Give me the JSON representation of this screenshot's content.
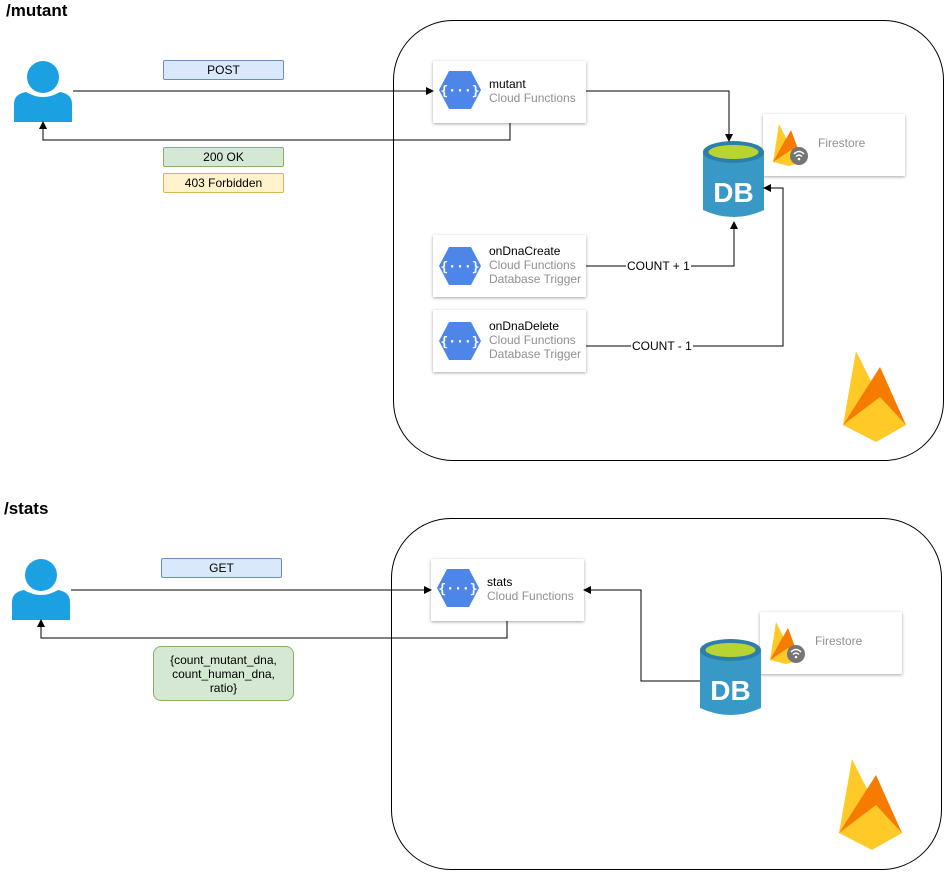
{
  "sections": {
    "mutant": {
      "title": "/mutant"
    },
    "stats": {
      "title": "/stats"
    }
  },
  "mutant": {
    "request": "POST",
    "responses": [
      "200 OK",
      "403 Forbidden"
    ],
    "function": {
      "title": "mutant",
      "subtitle": "Cloud Functions"
    },
    "triggers": [
      {
        "title": "onDnaCreate",
        "subtitle": "Cloud Functions",
        "subtitle2": "Database Trigger",
        "edge_label": "COUNT + 1"
      },
      {
        "title": "onDnaDelete",
        "subtitle": "Cloud Functions",
        "subtitle2": "Database Trigger",
        "edge_label": "COUNT - 1"
      }
    ],
    "firestore": "Firestore",
    "db": "DB"
  },
  "stats": {
    "request": "GET",
    "response": "{count_mutant_dna, count_human_dna, ratio}",
    "function": {
      "title": "stats",
      "subtitle": "Cloud Functions"
    },
    "firestore": "Firestore",
    "db": "DB"
  },
  "colors": {
    "user": "#1ba1e2",
    "cloud_function": "#4d86e8",
    "db_top": "#7fba00",
    "db_body": "#3999c6",
    "firebase_yellow": "#ffca28",
    "firebase_orange": "#f57c00",
    "firebase_amber": "#ffa000"
  },
  "icons": [
    "user-icon",
    "cloud-functions-icon",
    "database-icon",
    "firestore-icon",
    "firebase-icon"
  ]
}
